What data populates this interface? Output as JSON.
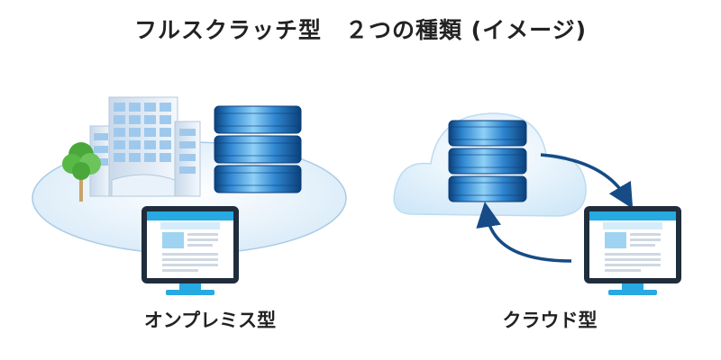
{
  "title": "フルスクラッチ型　２つの種類 (イメージ)",
  "onprem": {
    "label": "オンプレミス型"
  },
  "cloud": {
    "label": "クラウド型"
  },
  "colors": {
    "server_dark": "#0b3f7a",
    "server_light": "#4aa6e6",
    "ellipse_fill": "#e6f2fb",
    "cloud_fill": "#dff0fb",
    "arrow": "#164b86",
    "monitor_frame": "#1f2d3d",
    "monitor_stand": "#27a9e1",
    "tree": "#58b947"
  }
}
